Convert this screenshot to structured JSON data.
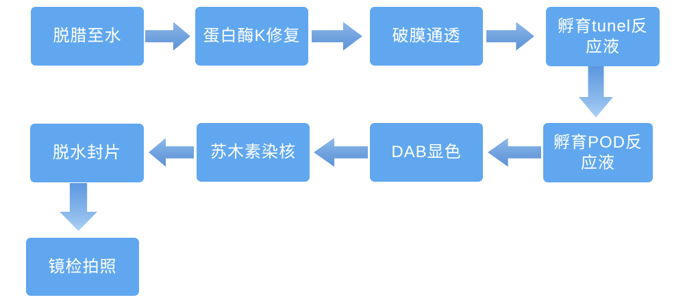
{
  "app": {
    "type": "process-flow-diagram",
    "background_color": "#FFFFFF"
  },
  "colors": {
    "box_fill": "#61A7EF",
    "box_text": "#FFFFFF",
    "horizontal_arrow_gradient_top": "#8FB9EA",
    "horizontal_arrow_gradient_bottom": "#5E93D6",
    "down_arrow_gradient_top": "#5C97E0",
    "down_arrow_gradient_bottom": "#ADD0F4"
  },
  "flowchart": {
    "steps": [
      {
        "label": "脱腊至水"
      },
      {
        "label": "蛋白酶K修复"
      },
      {
        "label": "破膜通透"
      },
      {
        "label": "孵育tunel反\n应液"
      },
      {
        "label": "孵育POD反\n应液"
      },
      {
        "label": "DAB显色"
      },
      {
        "label": "苏木素染核"
      },
      {
        "label": "脱水封片"
      },
      {
        "label": "镜检拍照"
      }
    ],
    "connections": [
      {
        "from": "脱腊至水",
        "to": "蛋白酶K修复",
        "direction": "right"
      },
      {
        "from": "蛋白酶K修复",
        "to": "破膜通透",
        "direction": "right"
      },
      {
        "from": "破膜通透",
        "to": "孵育tunel反应液",
        "direction": "right"
      },
      {
        "from": "孵育tunel反应液",
        "to": "孵育POD反应液",
        "direction": "down"
      },
      {
        "from": "孵育POD反应液",
        "to": "DAB显色",
        "direction": "left"
      },
      {
        "from": "DAB显色",
        "to": "苏木素染核",
        "direction": "left"
      },
      {
        "from": "苏木素染核",
        "to": "脱水封片",
        "direction": "left"
      },
      {
        "from": "脱水封片",
        "to": "镜检拍照",
        "direction": "down"
      }
    ]
  }
}
